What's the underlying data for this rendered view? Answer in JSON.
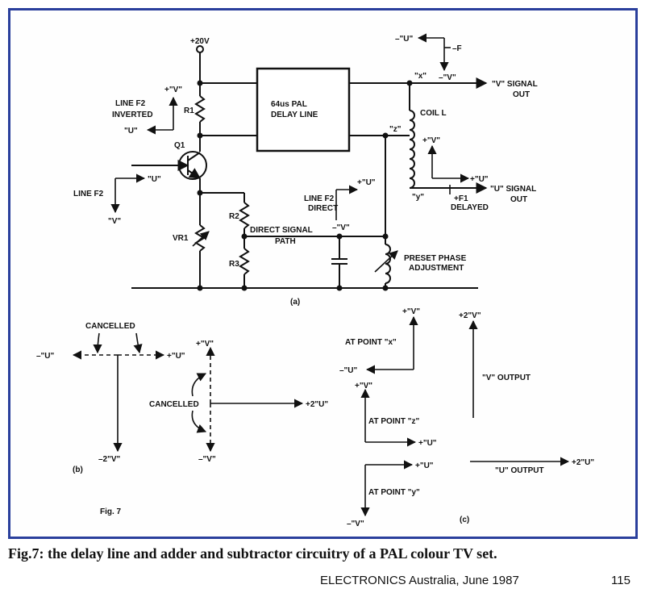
{
  "labels": {
    "supply": "+20V",
    "r1": "R1",
    "q1": "Q1",
    "vr1": "VR1",
    "r2": "R2",
    "r3": "R3",
    "delay_line": "64us PAL",
    "delay_line_2": "DELAY LINE",
    "line_f2_inverted": "LINE F2",
    "line_f2_inverted_2": "INVERTED",
    "inv_v": "+\"V\"",
    "inv_u": "\"U\"",
    "line_f2": "LINE F2",
    "in_u": "\"U\"",
    "in_v": "\"V\"",
    "direct_signal": "DIRECT SIGNAL",
    "direct_signal_2": "PATH",
    "line_f2_direct": "LINE F2",
    "line_f2_direct_2": "DIRECT",
    "dir_u": "+\"U\"",
    "dir_v": "–\"V\"",
    "preset_phase": "PRESET PHASE",
    "preset_phase_2": "ADJUSTMENT",
    "coil_l": "COIL L",
    "point_x": "\"x\"",
    "point_z": "\"z\"",
    "point_y": "\"y\"",
    "f_minus_u": "–\"U\"",
    "f_minus_v": "–\"V\"",
    "f_minus": "–F",
    "v_signal_out": "\"V\" SIGNAL",
    "v_signal_out_2": "OUT",
    "coil_v": "+\"V\"",
    "coil_u": "+\"U\"",
    "f1_delayed": "+F1",
    "f1_delayed_2": "DELAYED",
    "u_signal_out": "\"U\" SIGNAL",
    "u_signal_out_2": "OUT",
    "panel_a": "(a)"
  },
  "panel_b": {
    "cancelled_top": "CANCELLED",
    "minus_u": "–\"U\"",
    "plus_u": "+\"U\"",
    "minus_2v": "–2\"V\"",
    "plus_v": "+\"V\"",
    "cancelled_mid": "CANCELLED",
    "plus_2u": "+2\"U\"",
    "minus_v": "–\"V\"",
    "label": "(b)",
    "fig": "Fig. 7"
  },
  "panel_c": {
    "x_plus_v": "+\"V\"",
    "at_point_x": "AT POINT \"x\"",
    "x_minus_u": "–\"U\"",
    "z_plus_v": "+\"V\"",
    "at_point_z": "AT POINT \"z\"",
    "z_plus_u": "+\"U\"",
    "y_plus_u": "+\"U\"",
    "at_point_y": "AT POINT \"y\"",
    "y_minus_v": "–\"V\"",
    "plus_2v": "+2\"V\"",
    "v_output": "\"V\" OUTPUT",
    "u_output": "\"U\" OUTPUT",
    "plus_2u": "+2\"U\"",
    "label": "(c)"
  },
  "caption": "Fig.7: the delay line and adder and subtractor circuitry of a PAL colour TV set.",
  "footer": {
    "publication": "ELECTRONICS Australia, June 1987",
    "page": "115"
  },
  "colors": {
    "frame": "#2a3f9c",
    "ink": "#111111"
  }
}
